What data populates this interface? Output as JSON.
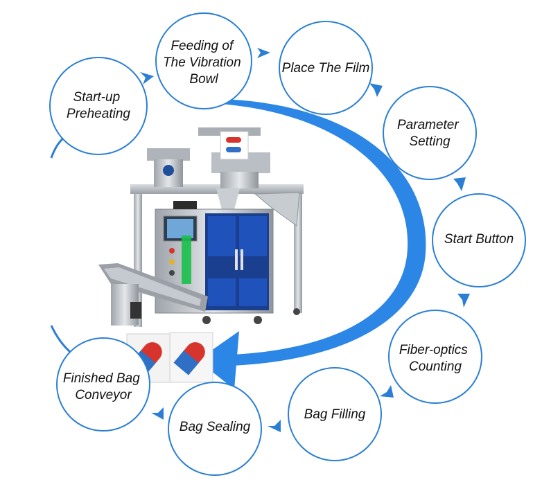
{
  "colors": {
    "accent": "#2a7fd4",
    "circle_fill": "#ffffff",
    "big_arrow": "#2b86e6",
    "text": "#111111"
  },
  "steps": [
    {
      "id": "startup",
      "lines": [
        "Start-up",
        "Preheating"
      ]
    },
    {
      "id": "feeding",
      "lines": [
        "Feeding of",
        "The Vibration",
        "Bowl"
      ]
    },
    {
      "id": "film",
      "lines": [
        "Place The Film"
      ]
    },
    {
      "id": "param",
      "lines": [
        "Parameter",
        "Setting"
      ]
    },
    {
      "id": "start",
      "lines": [
        "Start Button"
      ]
    },
    {
      "id": "fiber",
      "lines": [
        "Fiber-optics",
        "Counting"
      ]
    },
    {
      "id": "filling",
      "lines": [
        "Bag Filling"
      ]
    },
    {
      "id": "sealing",
      "lines": [
        "Bag Sealing"
      ]
    },
    {
      "id": "conveyor",
      "lines": [
        "Finished Bag",
        "Conveyor"
      ]
    }
  ],
  "center_image": {
    "subject": "vertical-packaging-machine",
    "icons": [
      "vibration-bowl-icon",
      "touch-screen-icon",
      "conveyor-icon",
      "pill-bag-icon"
    ]
  }
}
